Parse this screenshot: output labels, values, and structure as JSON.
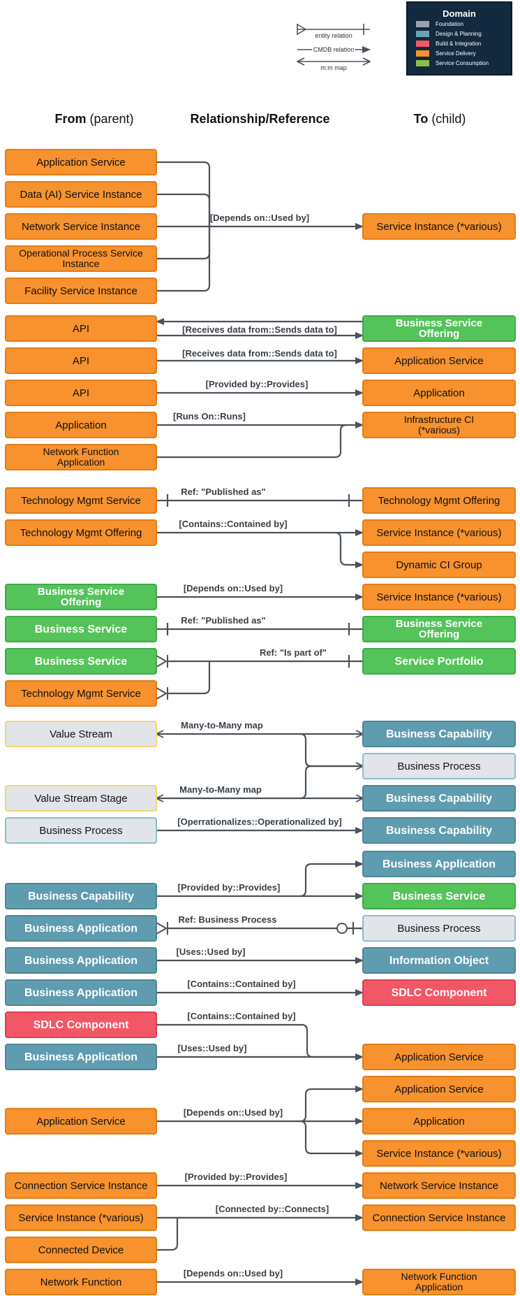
{
  "legend": {
    "title": "Domain",
    "items": [
      {
        "label": "Foundation",
        "color": "#9aa3ab"
      },
      {
        "label": "Design & Planning",
        "color": "#6aa3b4"
      },
      {
        "label": "Build & Integration",
        "color": "#f25765"
      },
      {
        "label": "Service Delivery",
        "color": "#f7922e"
      },
      {
        "label": "Service Consumption",
        "color": "#8cbf4a"
      }
    ],
    "line_key": {
      "entity_relation": "entity relation",
      "cmdb_relation": "CMDB relation",
      "mm_map": "m:m map"
    }
  },
  "headers": {
    "from_bold": "From",
    "from_rest": " (parent)",
    "rel": "Relationship/Reference",
    "to_bold": "To",
    "to_rest": " (child)"
  },
  "styles": {
    "orange": {
      "fill": "#f7922e",
      "stroke": "#e27d17",
      "text": "#111111",
      "bold": false
    },
    "green": {
      "fill": "#54c35a",
      "stroke": "#3fab46",
      "text": "#ffffff",
      "bold": true
    },
    "teal": {
      "fill": "#5f9caf",
      "stroke": "#4d8797",
      "text": "#ffffff",
      "bold": true
    },
    "grayY": {
      "fill": "#e1e4e9",
      "stroke": "#f2d76b",
      "text": "#111111",
      "bold": false
    },
    "grayB": {
      "fill": "#e1e4e9",
      "stroke": "#8fbccb",
      "text": "#111111",
      "bold": false
    },
    "red": {
      "fill": "#f25765",
      "stroke": "#dc3f4e",
      "text": "#ffffff",
      "bold": true
    }
  },
  "boxes": {
    "l_as": {
      "label": "Application Service",
      "style": "orange"
    },
    "l_dai": {
      "label": "Data (AI) Service Instance",
      "style": "orange"
    },
    "l_nsi": {
      "label": "Network Service Instance",
      "style": "orange"
    },
    "l_opsi": {
      "label": "Operational Process Service Instance",
      "style": "orange"
    },
    "l_fsi": {
      "label": "Facility Service Instance",
      "style": "orange"
    },
    "r_si1": {
      "label": "Service Instance (*various)",
      "style": "orange"
    },
    "l_api1": {
      "label": "API",
      "style": "orange"
    },
    "r_bso1": {
      "label": "Business Service Offering",
      "style": "green"
    },
    "l_api2": {
      "label": "API",
      "style": "orange"
    },
    "r_as1": {
      "label": "Application Service",
      "style": "orange"
    },
    "l_api3": {
      "label": "API",
      "style": "orange"
    },
    "r_app1": {
      "label": "Application",
      "style": "orange"
    },
    "l_app": {
      "label": "Application",
      "style": "orange"
    },
    "r_infra": {
      "label": "Infrastructure CI (*various)",
      "style": "orange"
    },
    "l_nfa": {
      "label": "Network Function Application",
      "style": "orange"
    },
    "l_tms1": {
      "label": "Technology Mgmt Service",
      "style": "orange"
    },
    "r_tmo": {
      "label": "Technology Mgmt Offering",
      "style": "orange"
    },
    "l_tmo": {
      "label": "Technology Mgmt Offering",
      "style": "orange"
    },
    "r_si2": {
      "label": "Service Instance (*various)",
      "style": "orange"
    },
    "r_dcg": {
      "label": "Dynamic CI Group",
      "style": "orange"
    },
    "l_bso": {
      "label": "Business Service Offering",
      "style": "green"
    },
    "r_si3": {
      "label": "Service Instance (*various)",
      "style": "orange"
    },
    "l_bs1": {
      "label": "Business Service",
      "style": "green"
    },
    "r_bso2": {
      "label": "Business Service Offering",
      "style": "green"
    },
    "l_bs2": {
      "label": "Business Service",
      "style": "green"
    },
    "r_sp": {
      "label": "Service Portfolio",
      "style": "green"
    },
    "l_tms2": {
      "label": "Technology Mgmt Service",
      "style": "orange"
    },
    "l_vs": {
      "label": "Value Stream",
      "style": "grayY"
    },
    "r_bc1": {
      "label": "Business Capability",
      "style": "teal"
    },
    "r_bp1": {
      "label": "Business Process",
      "style": "grayB"
    },
    "l_vss": {
      "label": "Value Stream Stage",
      "style": "grayY"
    },
    "r_bc2": {
      "label": "Business Capability",
      "style": "teal"
    },
    "l_bp": {
      "label": "Business Process",
      "style": "grayB"
    },
    "r_bc3": {
      "label": "Business Capability",
      "style": "teal"
    },
    "r_ba1": {
      "label": "Business Application",
      "style": "teal"
    },
    "l_bc": {
      "label": "Business Capability",
      "style": "teal"
    },
    "r_bs": {
      "label": "Business Service",
      "style": "green"
    },
    "l_ba1": {
      "label": "Business Application",
      "style": "teal"
    },
    "r_bp2": {
      "label": "Business Process",
      "style": "grayB"
    },
    "l_ba2": {
      "label": "Business Application",
      "style": "teal"
    },
    "r_io": {
      "label": "Information Object",
      "style": "teal"
    },
    "l_ba3": {
      "label": "Business Application",
      "style": "teal"
    },
    "r_sdlc": {
      "label": "SDLC Component",
      "style": "red"
    },
    "l_sdlc": {
      "label": "SDLC Component",
      "style": "red"
    },
    "l_ba4": {
      "label": "Business Application",
      "style": "teal"
    },
    "r_as2": {
      "label": "Application Service",
      "style": "orange"
    },
    "r_as3": {
      "label": "Application Service",
      "style": "orange"
    },
    "l_as2": {
      "label": "Application Service",
      "style": "orange"
    },
    "r_app2": {
      "label": "Application",
      "style": "orange"
    },
    "r_si4": {
      "label": "Service Instance (*various)",
      "style": "orange"
    },
    "l_csi": {
      "label": "Connection Service Instance",
      "style": "orange"
    },
    "r_nsi": {
      "label": "Network Service Instance",
      "style": "orange"
    },
    "l_si": {
      "label": "Service Instance (*various)",
      "style": "orange"
    },
    "r_csi": {
      "label": "Connection Service Instance",
      "style": "orange"
    },
    "l_cd": {
      "label": "Connected Device",
      "style": "orange"
    },
    "l_nf": {
      "label": "Network Function",
      "style": "orange"
    },
    "r_nfa": {
      "label": "Network Function Application",
      "style": "orange"
    }
  },
  "relations": [
    {
      "id": "rel1",
      "label": "[Depends on::Used by]"
    },
    {
      "id": "rel2",
      "label": "[Receives data from::Sends data to]"
    },
    {
      "id": "rel3",
      "label": "[Receives data from::Sends data to]"
    },
    {
      "id": "rel4",
      "label": "[Provided by::Provides]"
    },
    {
      "id": "rel5",
      "label": "[Runs On::Runs]"
    },
    {
      "id": "rel6",
      "label": "Ref: \"Published as\""
    },
    {
      "id": "rel7",
      "label": "[Contains::Contained by]"
    },
    {
      "id": "rel8",
      "label": "[Depends on::Used by]"
    },
    {
      "id": "rel9",
      "label": "Ref: \"Published as\""
    },
    {
      "id": "rel10",
      "label": "Ref: \"Is part of\""
    },
    {
      "id": "rel11",
      "label": "Many-to-Many map"
    },
    {
      "id": "rel12",
      "label": "Many-to-Many map"
    },
    {
      "id": "rel13",
      "label": "[Operrationalizes::Operationalized by]"
    },
    {
      "id": "rel14",
      "label": "[Provided by::Provides]"
    },
    {
      "id": "rel15",
      "label": "Ref: Business Process"
    },
    {
      "id": "rel16",
      "label": "[Uses::Used by]"
    },
    {
      "id": "rel17",
      "label": "[Contains::Contained by]"
    },
    {
      "id": "rel18",
      "label": "[Contains::Contained by]"
    },
    {
      "id": "rel19",
      "label": "[Uses::Used by]"
    },
    {
      "id": "rel20",
      "label": "[Depends on::Used by]"
    },
    {
      "id": "rel21",
      "label": "[Provided by::Provides]"
    },
    {
      "id": "rel22",
      "label": "[Connected by::Connects]"
    },
    {
      "id": "rel23",
      "label": "[Depends on::Used by]"
    }
  ]
}
